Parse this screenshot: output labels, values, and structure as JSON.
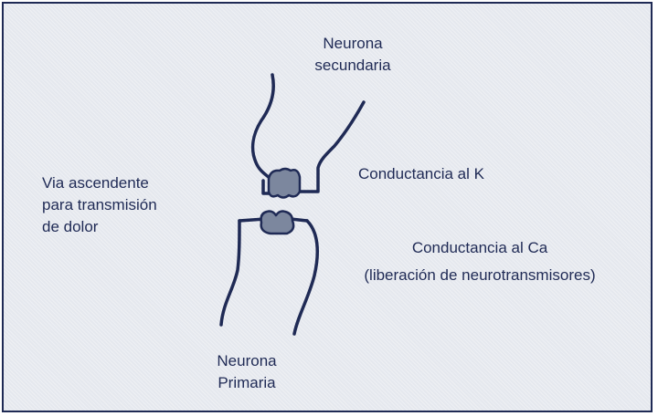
{
  "labels": {
    "secondary_line1": "Neurona",
    "secondary_line2": "secundaria",
    "primary_line1": "Neurona",
    "primary_line2": "Primaria",
    "pathway_line1": "Via ascendente",
    "pathway_line2": "para transmisión",
    "pathway_line3": "de dolor",
    "k_conductance": "Conductancia al K",
    "ca_conductance_line1": "Conductancia al Ca",
    "ca_conductance_line2": "(liberación de neurotransmisores)"
  },
  "colors": {
    "line": "#1f2a55",
    "channel_fill": "#7c879e",
    "background": "#e5e8ee"
  }
}
